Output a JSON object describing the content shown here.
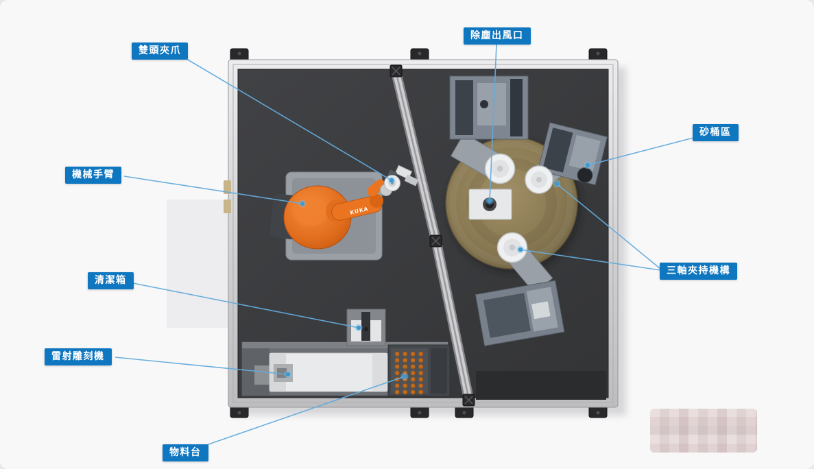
{
  "page": {
    "background_color": "#f8f8f9"
  },
  "diagram": {
    "type": "machine-layout-top-view",
    "accent_color": "#0f76c0",
    "leader_line_color": "#63abdc",
    "robot_brand": "KUKA",
    "labels": {
      "dual_gripper": "雙頭夾爪",
      "dust_outlet": "除塵出風口",
      "sand_bucket_area": "砂桶區",
      "robot_arm": "機械手臂",
      "three_axis_clamp": "三軸夾持機構",
      "cleaning_box": "清潔箱",
      "laser_engraver": "雷射雕刻機",
      "material_table": "物料台"
    }
  }
}
